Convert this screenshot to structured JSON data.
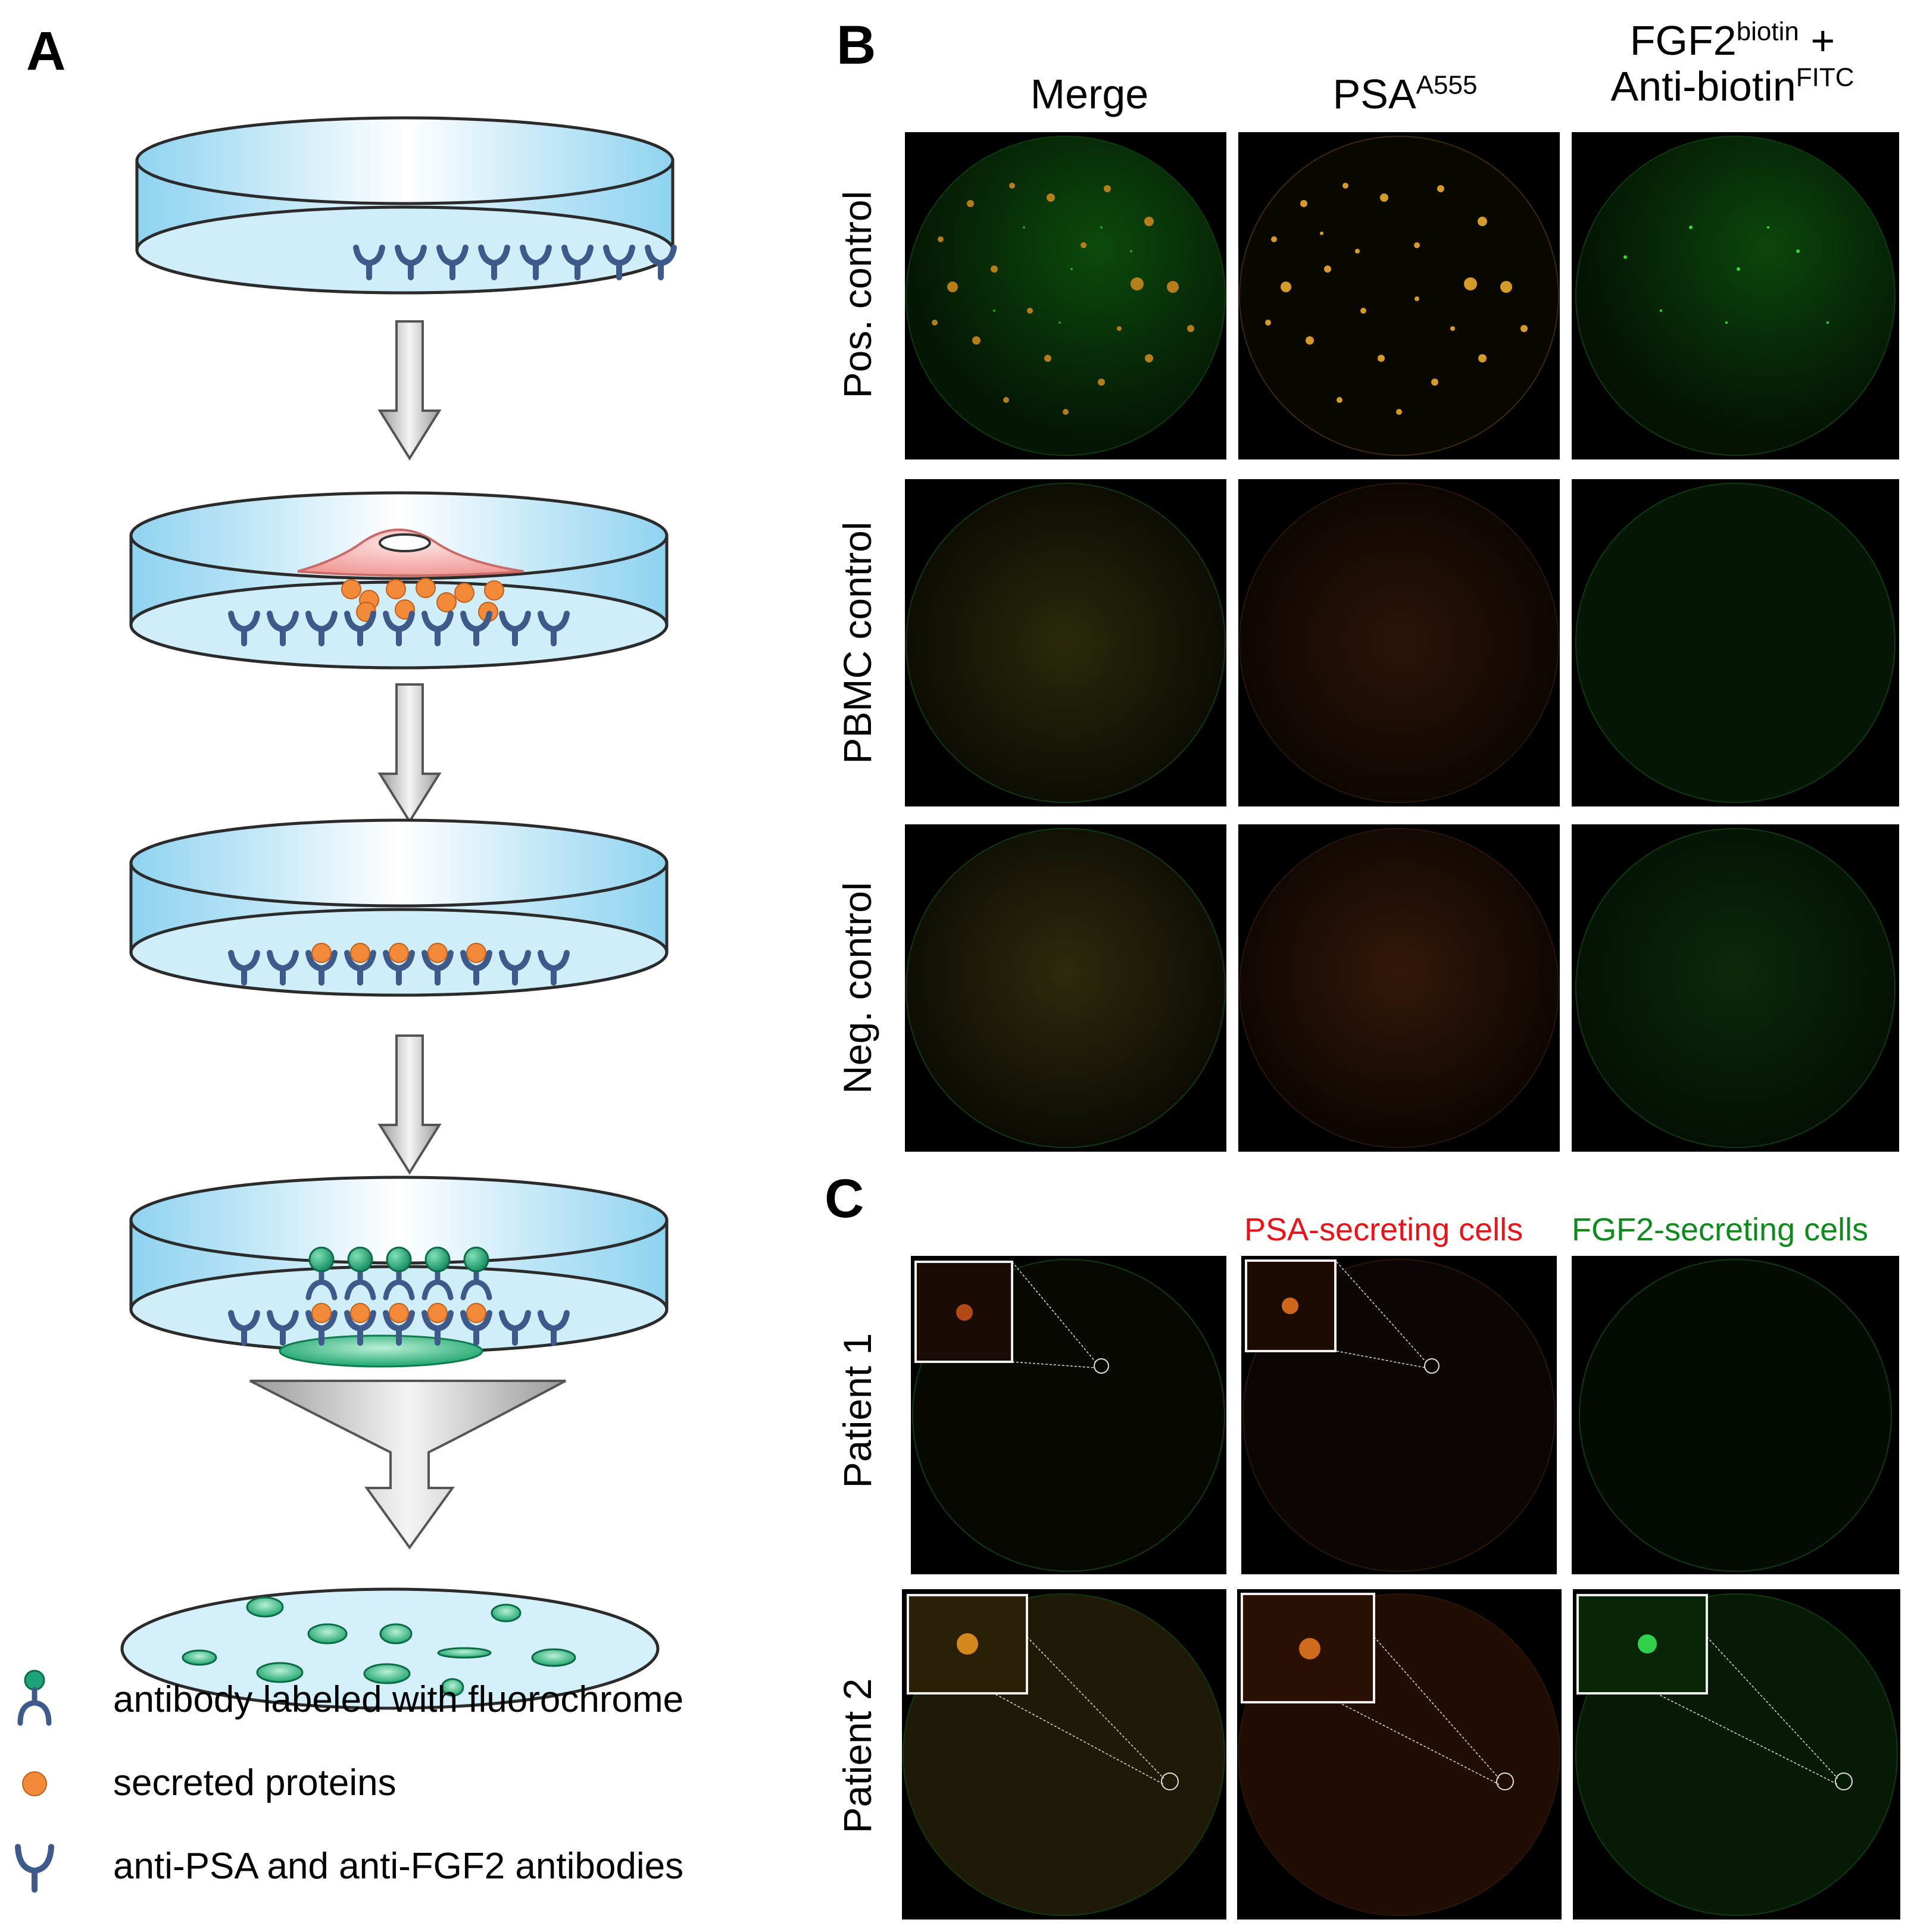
{
  "panel_labels": {
    "a": "A",
    "b": "B",
    "c": "C"
  },
  "panel_b": {
    "columns": [
      {
        "main": "Merge",
        "sup": ""
      },
      {
        "main": "PSA",
        "sup": "A555"
      },
      {
        "line1_main": "FGF2",
        "line1_sup": "biotin",
        "line1_tail": " +",
        "line2_main": "Anti-biotin",
        "line2_sup": "FITC"
      }
    ],
    "rows": [
      "Pos. control",
      "PBMC control",
      "Neg. control"
    ]
  },
  "panel_c": {
    "columns": [
      "PSA-secreting cells",
      "FGF2-secreting cells"
    ],
    "rows": [
      "Patient 1",
      "Patient 2"
    ]
  },
  "legend": [
    {
      "icon": "labeled-antibody-icon",
      "text": "antibody labeled with fluorochrome"
    },
    {
      "icon": "secreted-protein-icon",
      "text": "secreted proteins"
    },
    {
      "icon": "capture-antibody-icon",
      "text": "anti-PSA and anti-FGF2 antibodies"
    }
  ],
  "colors": {
    "dish_fill": "#bfe6f7",
    "dish_edge": "#2b2b2b",
    "antibody": "#3d5a8a",
    "protein": "#f28a3a",
    "cell": "#f5b7b5",
    "fluor_bead": "#1fa37a",
    "psa_label": "#e8141a",
    "fgf2_label": "#0f8a1c"
  }
}
